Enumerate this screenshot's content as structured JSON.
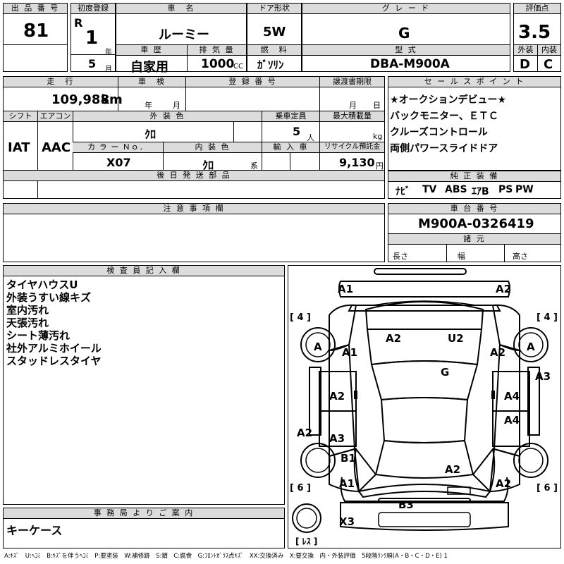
{
  "header_top": {
    "lot_label": "出 品 番 号",
    "lot_number": "81",
    "first_reg_label": "初度登録",
    "era": "R",
    "reg_year": "1",
    "year_unit": "年",
    "reg_month": "5",
    "month_unit": "月",
    "car_name_label": "車　名",
    "car_name": "ルーミー",
    "history_label": "車 歴",
    "history": "自家用",
    "displacement_label": "排 気 量",
    "displacement": "1000",
    "cc_unit": "CC",
    "door_label": "ドア形状",
    "door": "5W",
    "fuel_label": "燃　料",
    "fuel": "ｶﾞｿﾘﾝ",
    "grade_label": "グ レ ー ド",
    "grade": "G",
    "model_label": "型 式",
    "model": "DBA-M900A",
    "score_label": "評価点",
    "score": "3.5",
    "ext_label": "外装",
    "ext_grade": "D",
    "int_label": "内装",
    "int_grade": "C"
  },
  "row2": {
    "mileage_label": "走　行",
    "mileage": "109,988",
    "mileage_unit": "km",
    "inspection_label": "車　検",
    "year_unit": "年",
    "month_unit": "月",
    "reg_no_label": "登 録 番 号",
    "transfer_label": "譲渡書期限",
    "month_unit2": "月",
    "day_unit": "日",
    "shift_label": "シフト",
    "shift": "IAT",
    "ac_label": "エアコン",
    "ac": "AAC",
    "ext_color_label": "外 装 色",
    "ext_color": "ｸﾛ",
    "capacity_label": "乗車定員",
    "capacity": "5",
    "person_unit": "人",
    "max_load_label": "最大積載量",
    "kg_unit": "kg",
    "color_no_label": "カ ラ ー Ｎｏ．",
    "color_no": "X07",
    "int_color_label": "内 装 色",
    "int_color": "ｸﾛ",
    "kei_unit": "系",
    "import_label": "輸 入 車",
    "recycle_label": "リサイクル預託金",
    "recycle": "9,130",
    "yen_unit": "円",
    "later_parts_label": "後 日 発 送 部 品"
  },
  "sales_points": {
    "label": "セ ー ル ス ポ イ ン ト",
    "lines": [
      "★オークションデビュー★",
      "バックモニター、ＥＴＣ",
      "クルーズコントロール",
      "両側パワースライドドア"
    ]
  },
  "genuine": {
    "label": "純 正 装 備",
    "items": [
      "ﾅﾋﾞ",
      "TV",
      "ABS",
      "ｴｱB",
      "PS",
      "PW"
    ]
  },
  "notes": {
    "label": "注 意 事 項 欄"
  },
  "chassis": {
    "label": "車 台 番 号",
    "number": "M900A-0326419",
    "spec_label": "諸 元",
    "length_label": "長さ",
    "width_label": "幅",
    "height_label": "高さ"
  },
  "inspector": {
    "label": "検 査 員 記 入 欄",
    "lines": [
      "タイヤハウスU",
      "外装うすい線キズ",
      "室内汚れ",
      "天張汚れ",
      "シート薄汚れ",
      "社外アルミホイール",
      "スタッドレスタイヤ"
    ]
  },
  "office": {
    "label": "事 務 局 よ り ご 案 内",
    "text": "キーケース"
  },
  "diagram": {
    "tire_fl": "[ 4 ]",
    "tire_fr": "[ 4 ]",
    "tire_rl": "[ 6 ]",
    "tire_rr": "[ 6 ]",
    "spare": "[ ﾚｽ ]",
    "marks": {
      "a1_front_left": "A1",
      "a2_front_right": "A2",
      "a_wheel_left": "A",
      "a_wheel_right": "A",
      "a1_fender_left": "A1",
      "a2_hood": "A2",
      "u2_hood": "U2",
      "a2_fender_right": "A2",
      "a3_right_side": "A3",
      "g_windshield": "G",
      "a2_door_left": "A2",
      "a4_door_right_front": "A4",
      "a4_door_right_rear": "A4",
      "a2_rear_left_side": "A2",
      "a3_door_left_rear": "A3",
      "b1_rear_wheel_left": "B1",
      "a2_roof_rear": "A2",
      "a1_rear_left": "A1",
      "a2_rear_right": "A2",
      "b3_rear": "B3",
      "x3_bumper": "X3"
    }
  },
  "legend": "A:ｷｽﾞ　U:ﾍｺﾐ　B:ｷｽﾞを伴うﾍｺﾐ　P:要塗装　W:補修跡　S:錆　C:腐食　G:ﾌﾛﾝﾄｶﾞﾗｽ点ｷｽﾞ　XX:交換済み　X:要交換　内・外装評価　5段階ﾗﾝｸ順(A・B・C・D・E) 1"
}
